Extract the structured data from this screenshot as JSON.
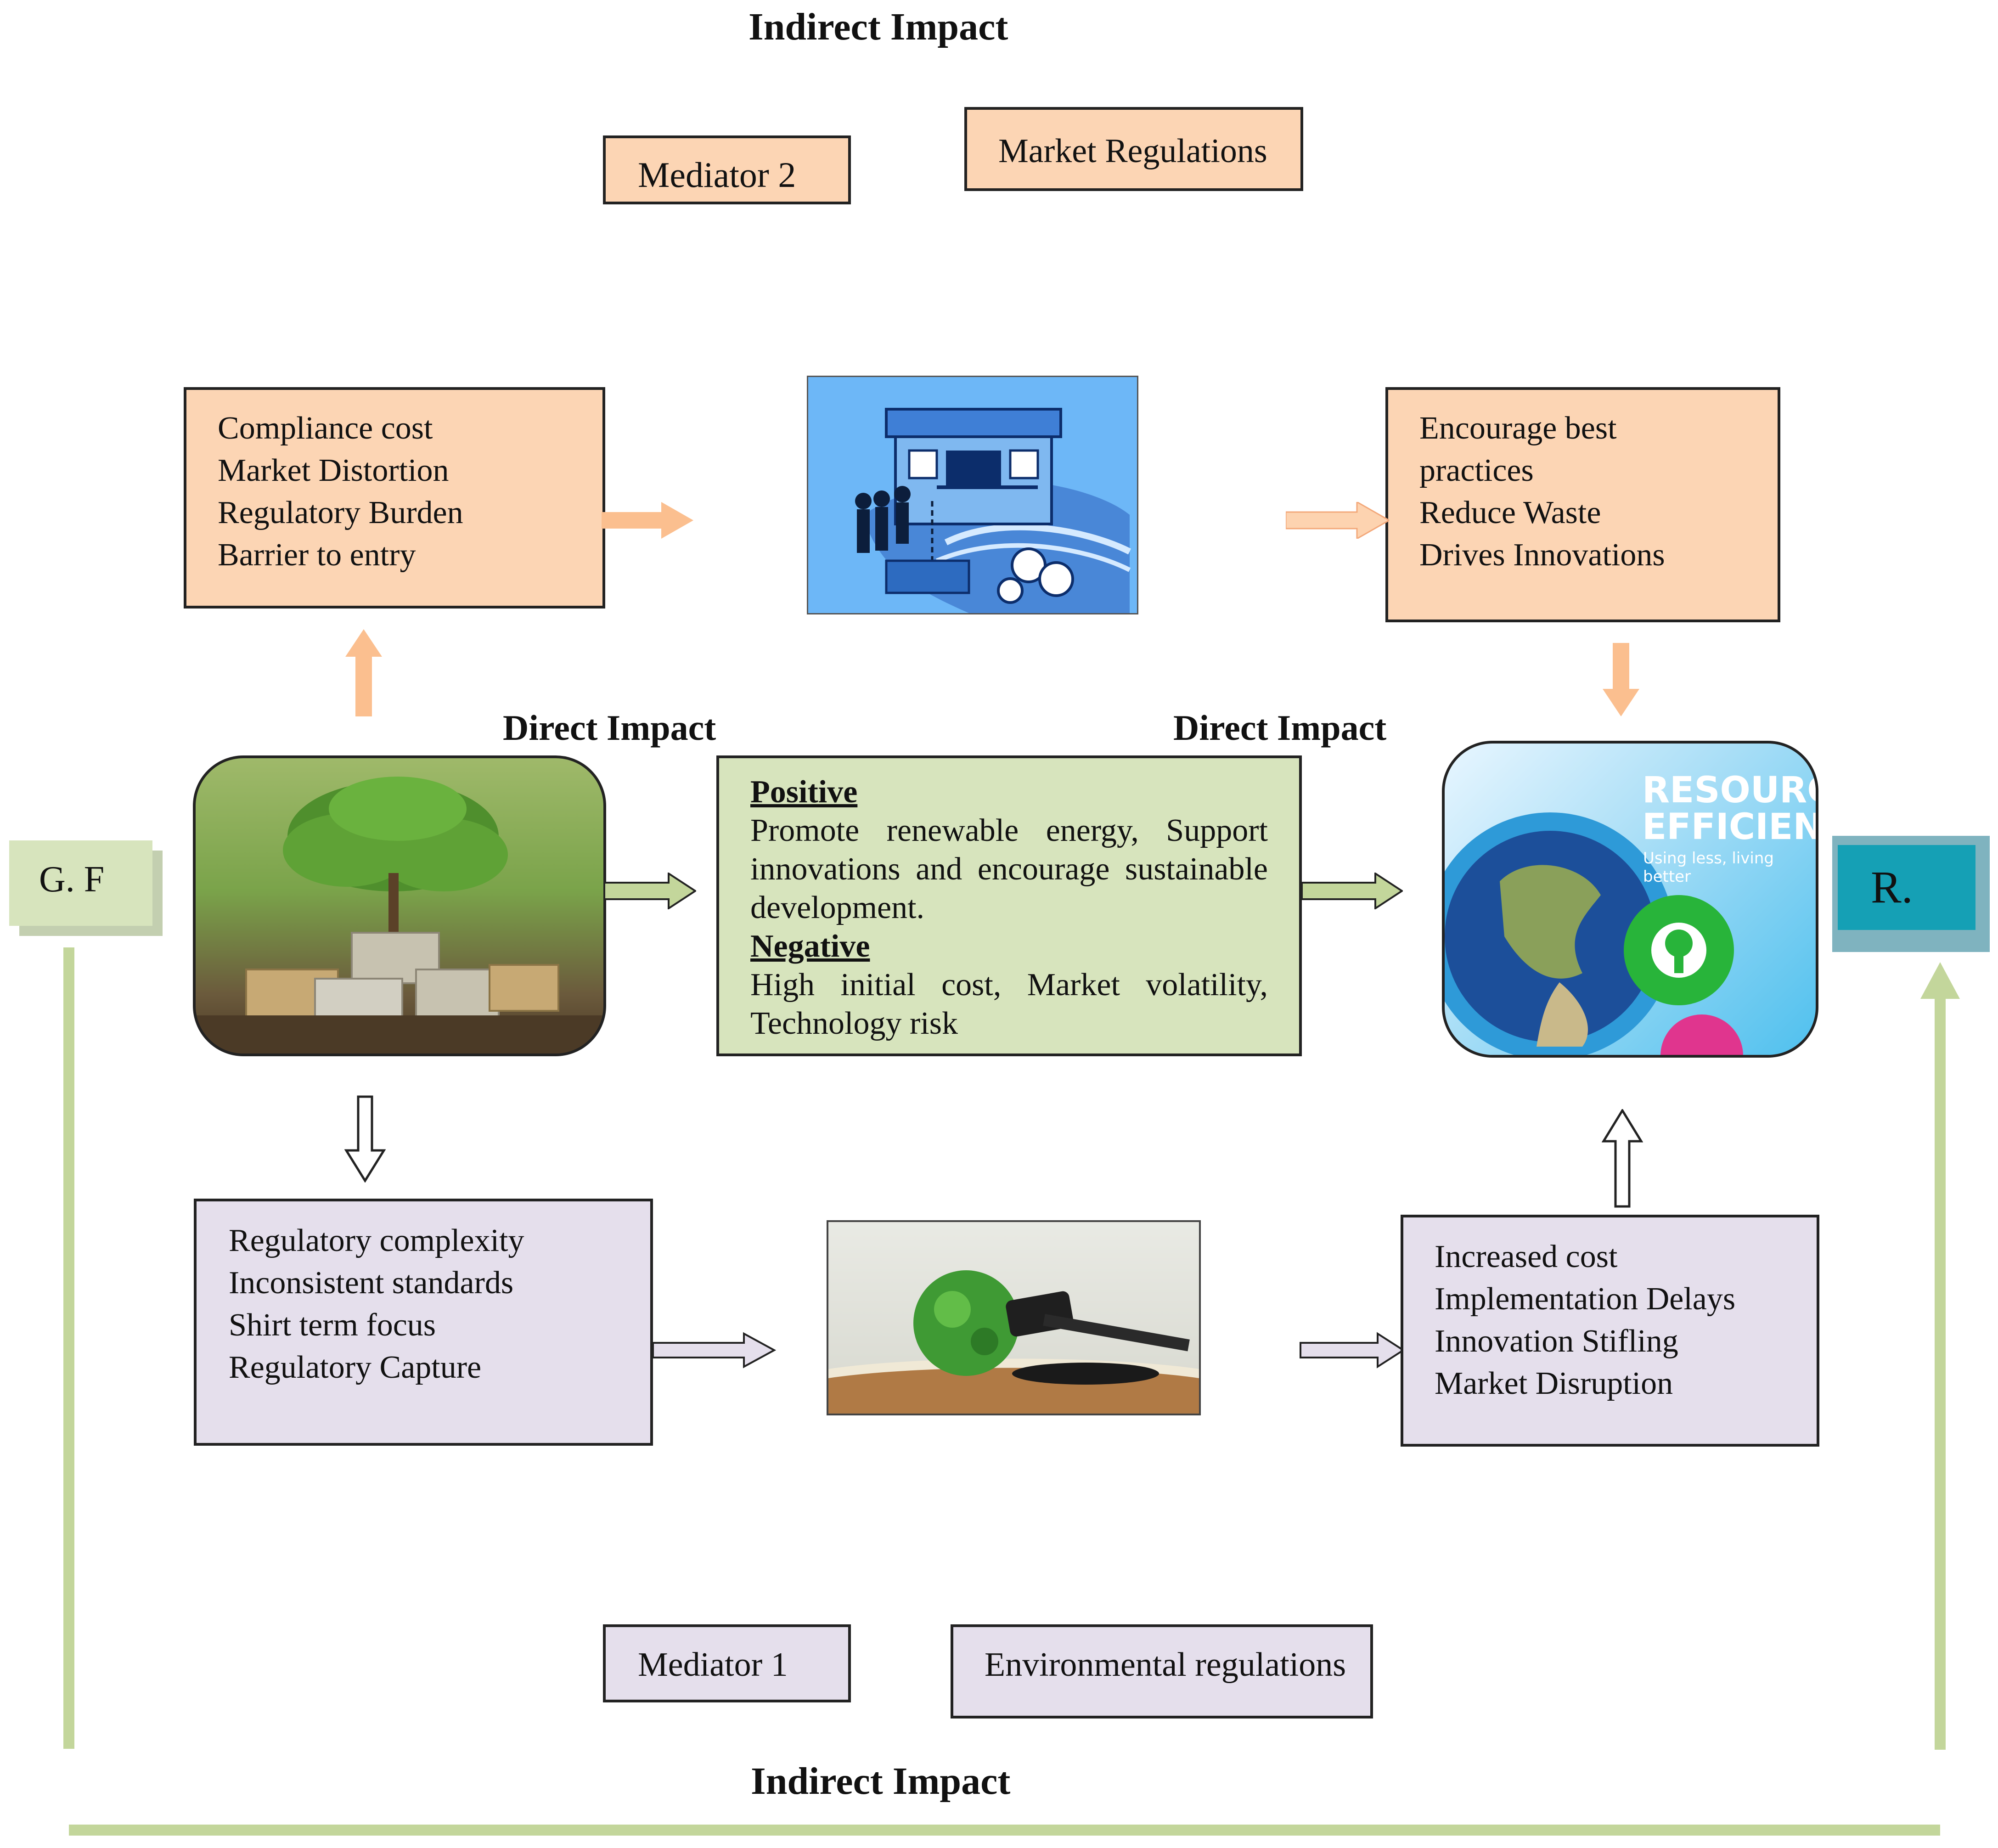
{
  "headings": {
    "indirect_top": "Indirect Impact",
    "direct_left": "Direct Impact",
    "direct_right": "Direct Impact",
    "indirect_bottom": "Indirect Impact"
  },
  "mediator2": {
    "label": "Mediator 2",
    "name": "Market Regulations"
  },
  "mediator1": {
    "label": "Mediator 1",
    "name": "Environmental regulations"
  },
  "top_left_box": [
    "Compliance cost",
    "Market Distortion",
    "Regulatory Burden",
    "Barrier to entry"
  ],
  "top_right_box": [
    "Encourage best",
    "practices",
    "Reduce Waste",
    "Drives Innovations"
  ],
  "bottom_left_box": [
    "Regulatory complexity",
    "Inconsistent standards",
    "Shirt term focus",
    "Regulatory Capture"
  ],
  "bottom_right_box": [
    "Increased cost",
    "Implementation Delays",
    "Innovation Stifling",
    "Market Disruption"
  ],
  "center_box": {
    "positive_heading": "Positive",
    "positive_text": "Promote renewable energy, Support innovations and encourage sustainable development.",
    "negative_heading": "Negative",
    "negative_text": "High initial cost, Market volatility, Technology risk"
  },
  "resource_image": {
    "title_line1": "RESOURCE",
    "title_line2": "EFFICIENCY",
    "subtitle": "Using less, living better"
  },
  "gf_label": "G. F",
  "r_label": "R.",
  "colors": {
    "peach": "#fcd5b4",
    "peach_arrow": "#fbbf8f",
    "green": "#d7e4bd",
    "green_line": "#c3d69b",
    "lavender": "#e5dfec",
    "teal": "#15a0b5"
  },
  "icons": [
    "tree-coins-image",
    "market-stall-image",
    "globe-gavel-image",
    "resource-efficiency-image"
  ]
}
